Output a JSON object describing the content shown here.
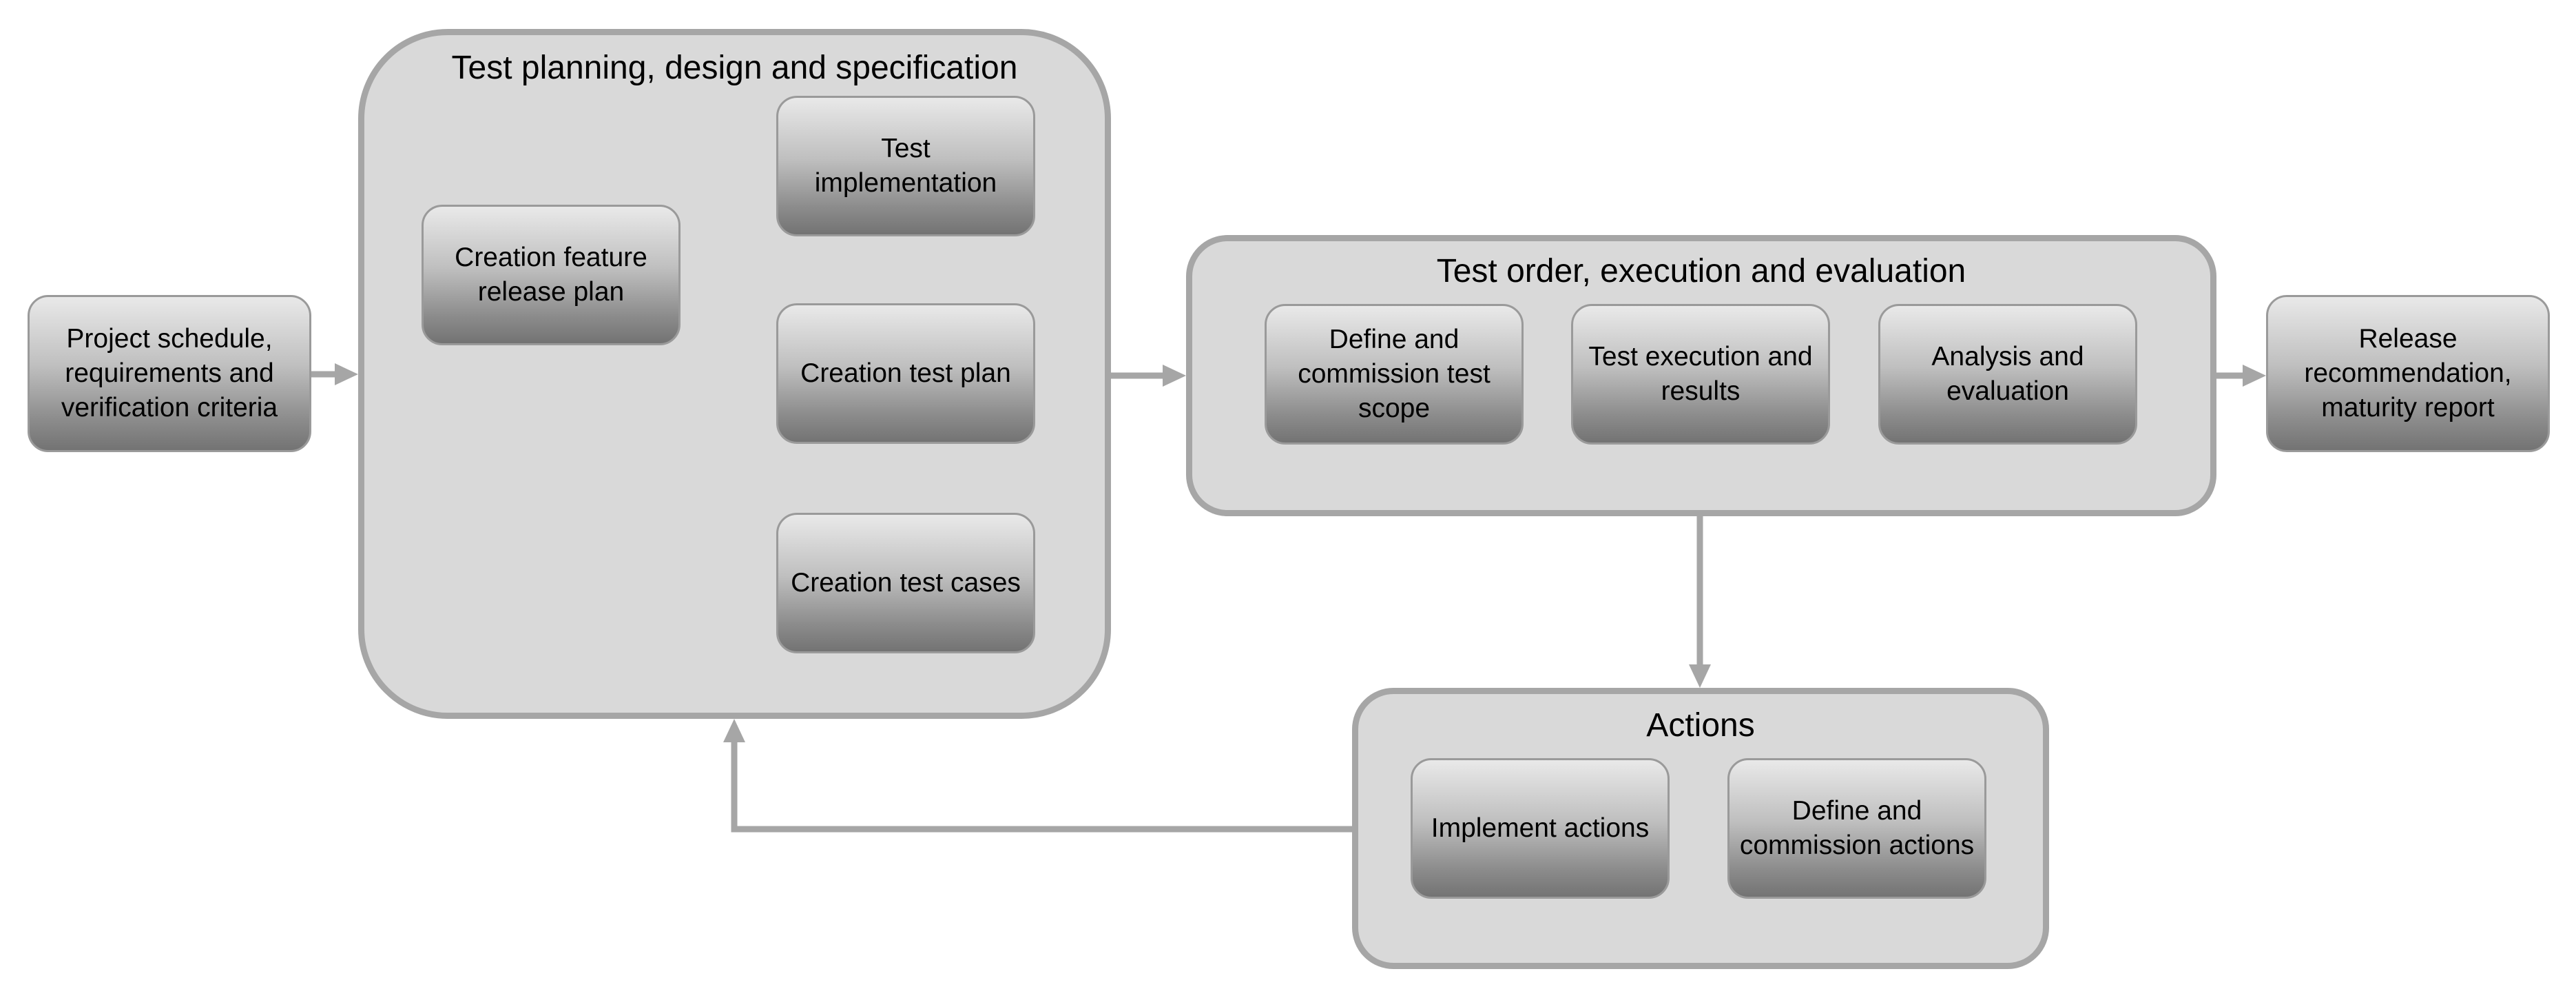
{
  "groups": {
    "planning": {
      "title": "Test planning, design and specification"
    },
    "execution": {
      "title": "Test order, execution and evaluation"
    },
    "actions": {
      "title": "Actions"
    }
  },
  "nodes": {
    "project_schedule": "Project schedule, requirements and verification criteria",
    "feature_release_plan": "Creation feature release plan",
    "test_implementation": "Test implementation",
    "creation_test_plan": "Creation test plan",
    "creation_test_cases": "Creation test cases",
    "define_test_scope": "Define and commission test scope",
    "test_execution": "Test execution and results",
    "analysis_evaluation": "Analysis and evaluation",
    "release_report": "Release recommendation, maturity report",
    "implement_actions": "Implement actions",
    "define_actions": "Define and commission actions"
  },
  "colors": {
    "connector": "#a6a6a6",
    "group_fill": "#d9d9d9",
    "group_border": "#a6a6a6"
  }
}
